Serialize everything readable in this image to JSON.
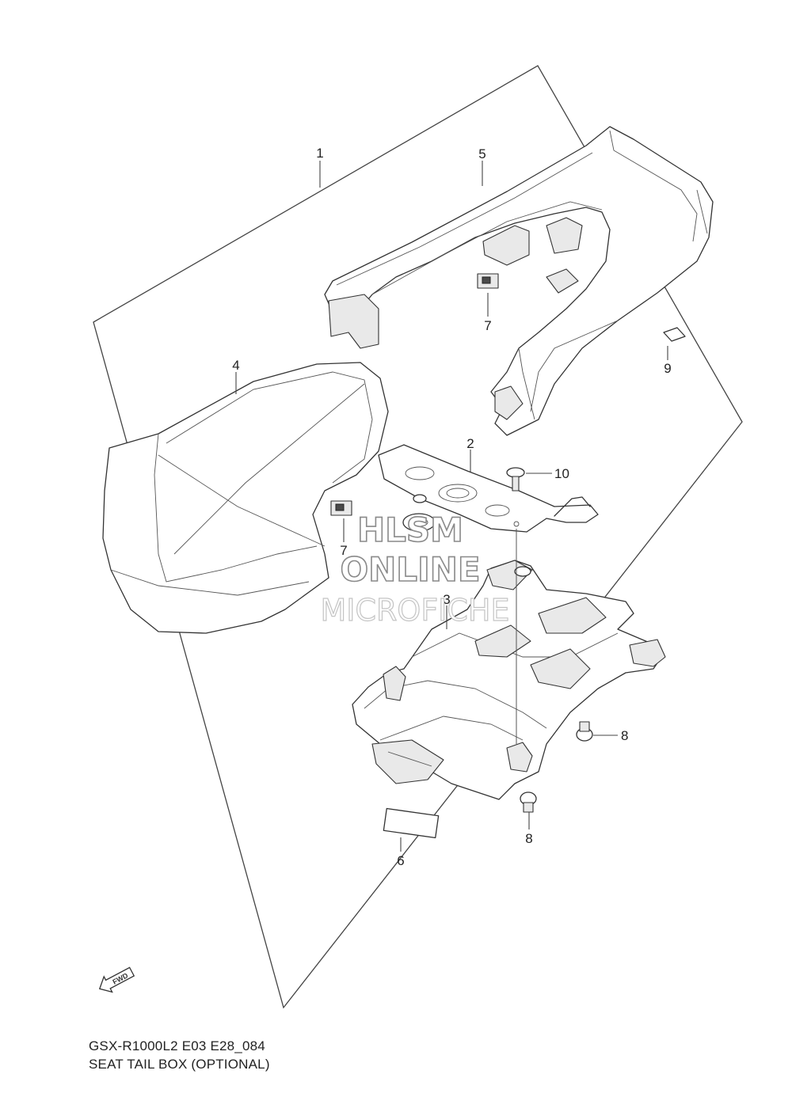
{
  "watermark": {
    "line1": "HLSM",
    "line2": "ONLINE",
    "line3": "MICROFICHE"
  },
  "fwd_label": "FWD",
  "callouts": [
    {
      "id": "callout-1",
      "label": "1"
    },
    {
      "id": "callout-2",
      "label": "2"
    },
    {
      "id": "callout-3",
      "label": "3"
    },
    {
      "id": "callout-4",
      "label": "4"
    },
    {
      "id": "callout-5",
      "label": "5"
    },
    {
      "id": "callout-6",
      "label": "6"
    },
    {
      "id": "callout-7-top",
      "label": "7"
    },
    {
      "id": "callout-7-left",
      "label": "7"
    },
    {
      "id": "callout-8-right",
      "label": "8"
    },
    {
      "id": "callout-8-bottom",
      "label": "8"
    },
    {
      "id": "callout-9",
      "label": "9"
    },
    {
      "id": "callout-10",
      "label": "10"
    }
  ],
  "caption": {
    "model_code": "GSX-R1000L2 E03 E28_084",
    "title": "SEAT TAIL BOX (OPTIONAL)"
  }
}
